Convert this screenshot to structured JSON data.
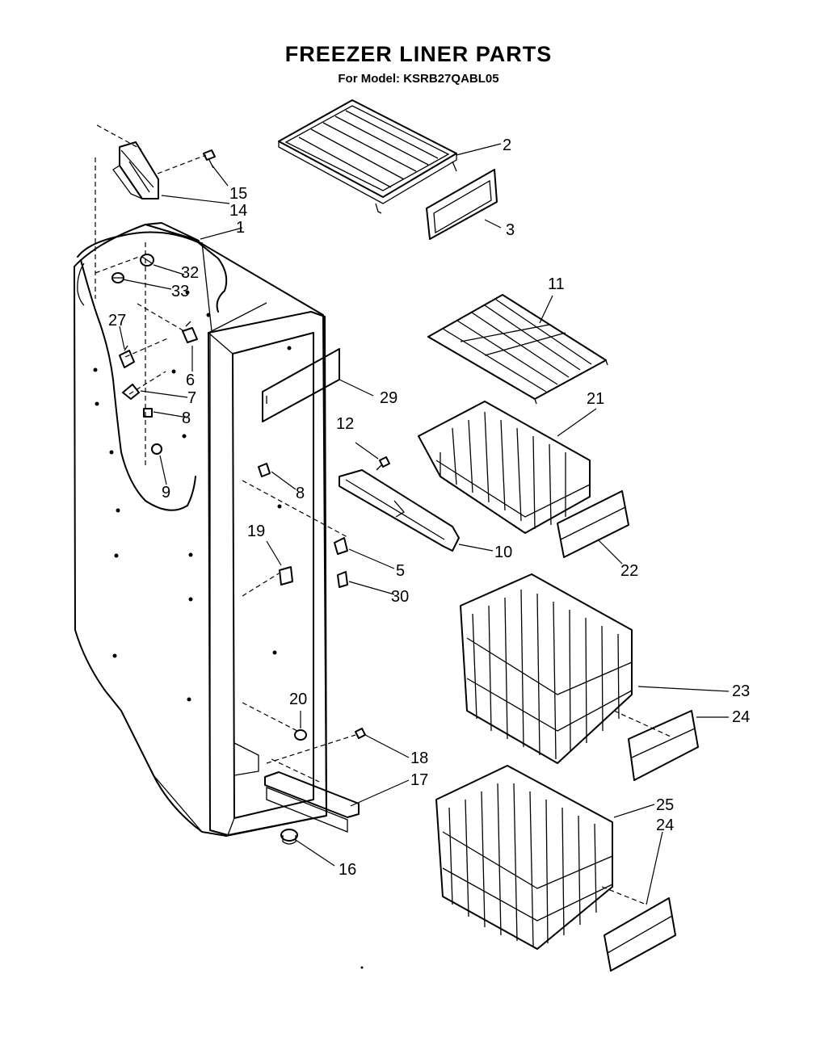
{
  "header": {
    "title": "FREEZER LINER PARTS",
    "subtitle": "For Model: KSRB27QABL05"
  },
  "callouts": [
    {
      "id": "c1",
      "label": "1"
    },
    {
      "id": "c2",
      "label": "2"
    },
    {
      "id": "c3",
      "label": "3"
    },
    {
      "id": "c5",
      "label": "5"
    },
    {
      "id": "c6",
      "label": "6"
    },
    {
      "id": "c7",
      "label": "7"
    },
    {
      "id": "c8a",
      "label": "8"
    },
    {
      "id": "c8b",
      "label": "8"
    },
    {
      "id": "c9",
      "label": "9"
    },
    {
      "id": "c10",
      "label": "10"
    },
    {
      "id": "c11",
      "label": "11"
    },
    {
      "id": "c12",
      "label": "12"
    },
    {
      "id": "c14",
      "label": "14"
    },
    {
      "id": "c15",
      "label": "15"
    },
    {
      "id": "c16",
      "label": "16"
    },
    {
      "id": "c17",
      "label": "17"
    },
    {
      "id": "c18",
      "label": "18"
    },
    {
      "id": "c19",
      "label": "19"
    },
    {
      "id": "c20",
      "label": "20"
    },
    {
      "id": "c21",
      "label": "21"
    },
    {
      "id": "c22",
      "label": "22"
    },
    {
      "id": "c23",
      "label": "23"
    },
    {
      "id": "c24a",
      "label": "24"
    },
    {
      "id": "c24b",
      "label": "24"
    },
    {
      "id": "c25",
      "label": "25"
    },
    {
      "id": "c27",
      "label": "27"
    },
    {
      "id": "c29",
      "label": "29"
    },
    {
      "id": "c30",
      "label": "30"
    },
    {
      "id": "c32",
      "label": "32"
    },
    {
      "id": "c33",
      "label": "33"
    }
  ]
}
